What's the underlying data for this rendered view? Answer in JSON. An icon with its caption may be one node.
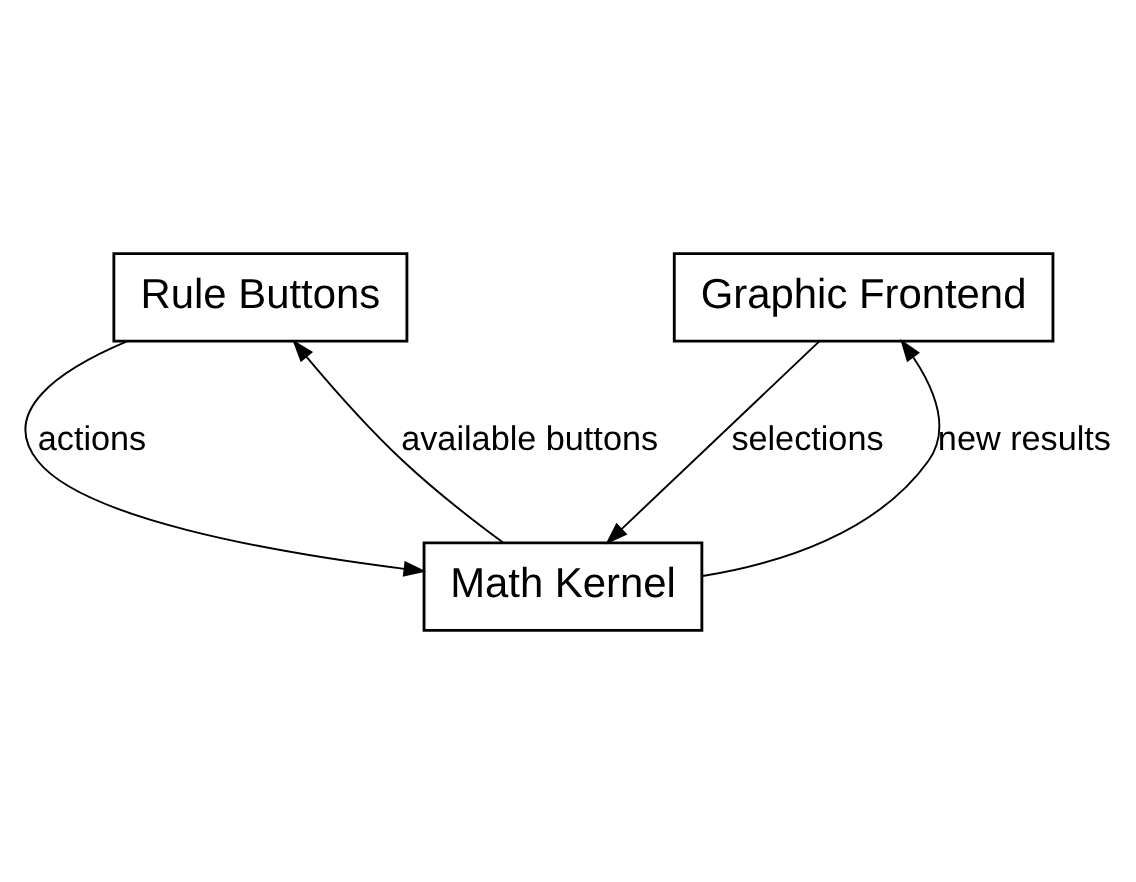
{
  "diagram": {
    "nodes": [
      {
        "text": [
          "Rule Buttons"
        ]
      },
      {
        "text": [
          "Graphic Frontend"
        ]
      },
      {
        "text": [
          "Math Kernel"
        ]
      }
    ],
    "edges": [
      {
        "from": 0,
        "to": 2,
        "arrow": "to",
        "label": "actions"
      },
      {
        "from": 2,
        "to": 0,
        "arrow": "to",
        "label": "available buttons"
      },
      {
        "from": 2,
        "to": 1,
        "arrow": "to",
        "label": "new results"
      },
      {
        "from": 1,
        "to": 2,
        "arrow": "to",
        "label": "selections"
      }
    ]
  }
}
